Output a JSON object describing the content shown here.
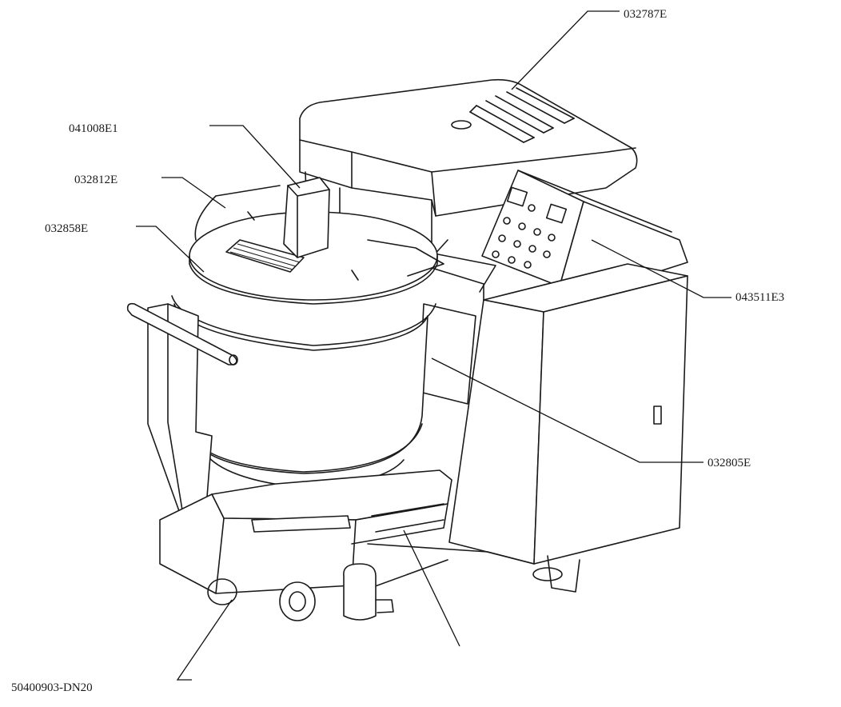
{
  "labels": {
    "l_032787E": "032787E",
    "l_041008E1": "041008E1",
    "l_032812E": "032812E",
    "l_032858E": "032858E",
    "l_043511E3": "043511E3",
    "l_032805E": "032805E",
    "l_50400903": "50400903-DN20"
  }
}
